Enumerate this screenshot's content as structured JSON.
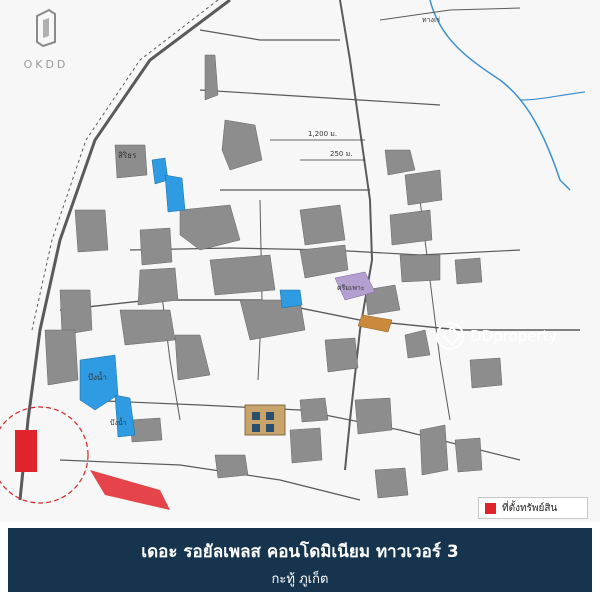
{
  "brand": {
    "logo_text": "OKDD"
  },
  "watermark": {
    "text": "DDproperty"
  },
  "legend": {
    "label": "ที่ตั้งทรัพย์สิน",
    "color": "#e0242b"
  },
  "banner": {
    "title": "เดอะ รอยัลเพลส คอนโดมิเนียม ทาวเวอร์ 3",
    "subtitle": "กะทู้ ภูเก็ต"
  },
  "map": {
    "distance_labels": [
      "1,200 ม.",
      "250 ม."
    ],
    "place_labels": [
      "สิริธร",
      "ดรีมเพาะ",
      "บึงน้ำ",
      "บึงน้ำ",
      "ทางเร่"
    ],
    "colors": {
      "building": "#8d8d8d",
      "water": "#2f9be3",
      "road": "#5a5a5a",
      "river": "#3c8fd0",
      "purple": "#b4a0d0",
      "orange": "#c98a3c",
      "property": "#e0242b"
    }
  }
}
